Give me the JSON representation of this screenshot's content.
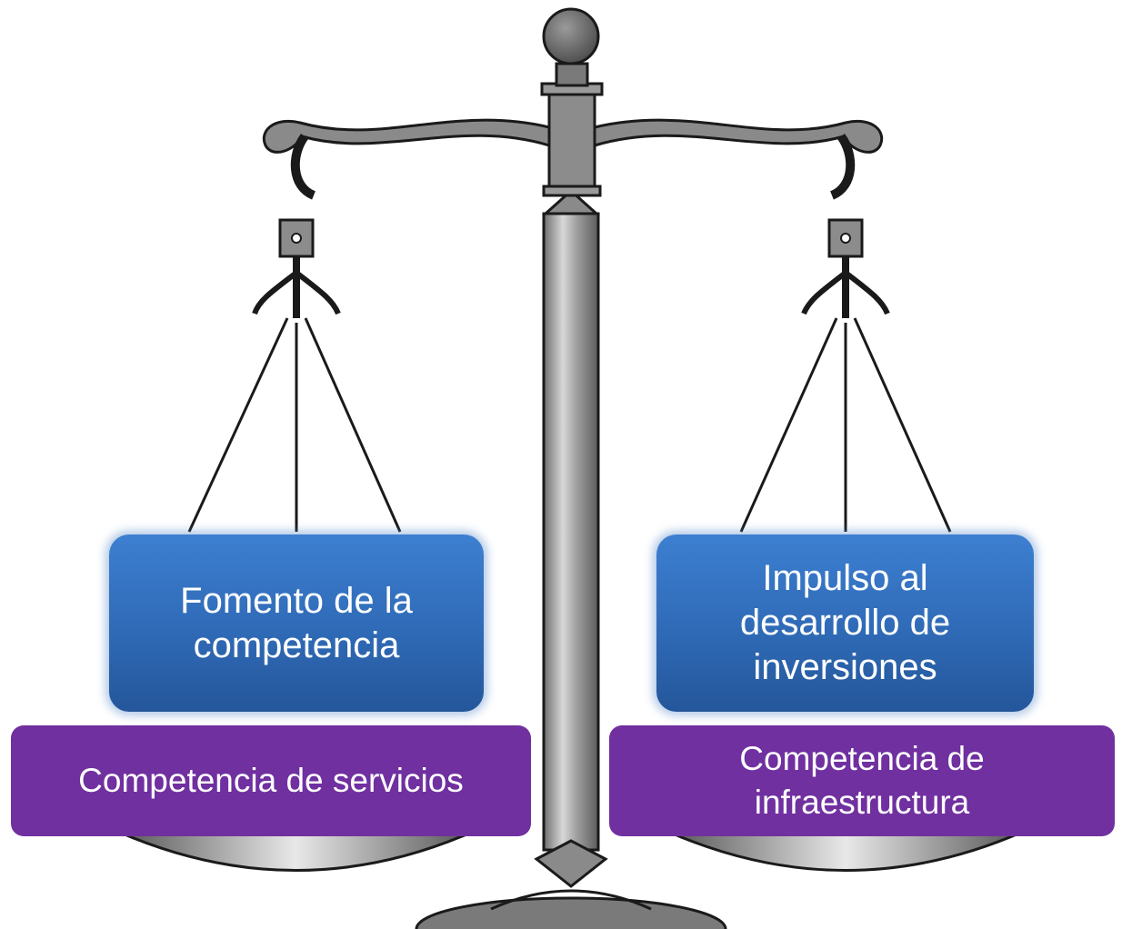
{
  "left_pan": {
    "top_label": "Fomento de la\ncompetencia",
    "bottom_label": "Competencia de servicios"
  },
  "right_pan": {
    "top_label": "Impulso al\ndesarrollo de\ninversiones",
    "bottom_label": "Competencia de\ninfraestructura"
  },
  "colors": {
    "blue_box": "#2f6ab6",
    "purple_box": "#7030a0",
    "metal": "#8c8c8c",
    "outline": "#1a1a1a"
  }
}
